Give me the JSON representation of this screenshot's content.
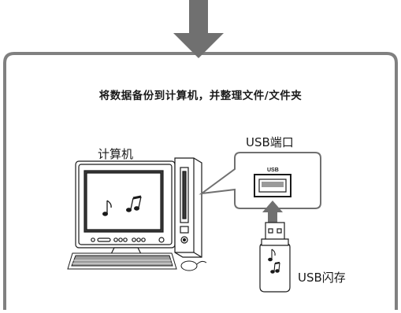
{
  "panel": {
    "title": "将数据备份到计算机，并整理文件/文件夹"
  },
  "labels": {
    "computer": "计算机",
    "usb_port": "USB端口",
    "usb_port_tag": "USB",
    "usb_flash": "USB闪存"
  },
  "colors": {
    "panel_border": "#808080",
    "arrow_fill": "#707070",
    "screen_dark": "#3a3a3a",
    "line": "#1a1a1a"
  },
  "icons": {
    "top_arrow": "down-arrow-icon",
    "insert_arrow": "up-arrow-icon",
    "screen_notes": "music-note-icon"
  }
}
